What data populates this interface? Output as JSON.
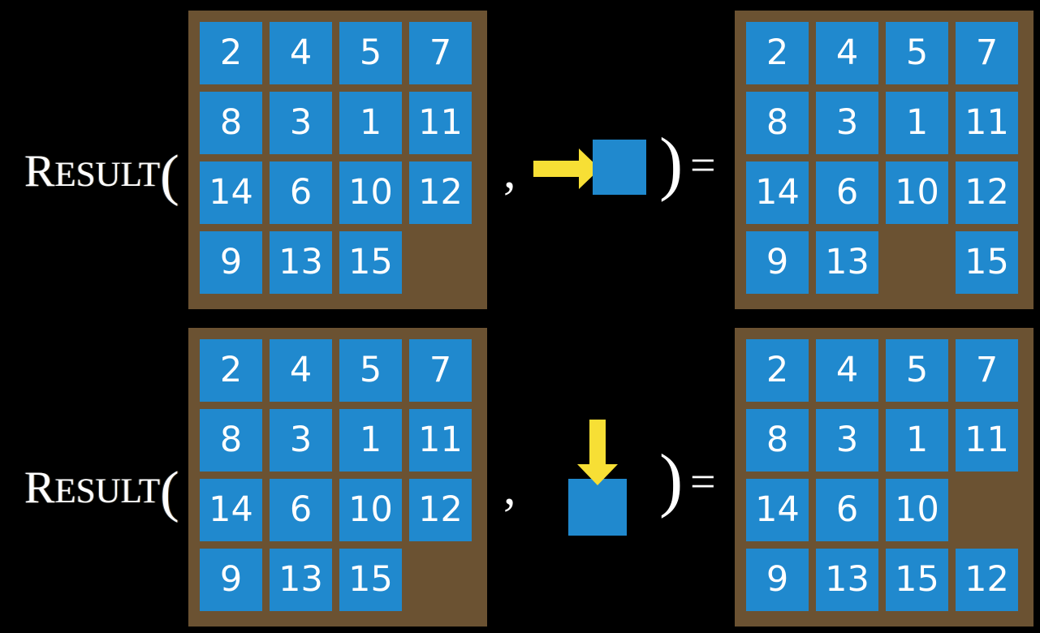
{
  "background_color": "#000000",
  "colors": {
    "board_frame": "#6b5232",
    "board_empty_cell": "#655733",
    "tile": "#2089ce",
    "tile_text": "#ffffff",
    "arrow": "#f7df35",
    "label_text": "#ffffff"
  },
  "rows": [
    {
      "label": {
        "lead": "R",
        "rest": "ESULT",
        "paren": "("
      },
      "input_board": {
        "name": "input-board-row-1",
        "grid": [
          [
            "2",
            "4",
            "5",
            "7"
          ],
          [
            "8",
            "3",
            "1",
            "11"
          ],
          [
            "14",
            "6",
            "10",
            "12"
          ],
          [
            "9",
            "13",
            "15",
            ""
          ]
        ]
      },
      "separator": ",",
      "action": {
        "direction": "right",
        "arrow_glyph": "→",
        "tile_label": ""
      },
      "close_paren": ")",
      "equals": "=",
      "output_board": {
        "name": "output-board-row-1",
        "grid": [
          [
            "2",
            "4",
            "5",
            "7"
          ],
          [
            "8",
            "3",
            "1",
            "11"
          ],
          [
            "14",
            "6",
            "10",
            "12"
          ],
          [
            "9",
            "13",
            "",
            "15"
          ]
        ]
      }
    },
    {
      "label": {
        "lead": "R",
        "rest": "ESULT",
        "paren": "("
      },
      "input_board": {
        "name": "input-board-row-2",
        "grid": [
          [
            "2",
            "4",
            "5",
            "7"
          ],
          [
            "8",
            "3",
            "1",
            "11"
          ],
          [
            "14",
            "6",
            "10",
            "12"
          ],
          [
            "9",
            "13",
            "15",
            ""
          ]
        ]
      },
      "separator": ",",
      "action": {
        "direction": "down",
        "arrow_glyph": "↓",
        "tile_label": ""
      },
      "close_paren": ")",
      "equals": "=",
      "output_board": {
        "name": "output-board-row-2",
        "grid": [
          [
            "2",
            "4",
            "5",
            "7"
          ],
          [
            "8",
            "3",
            "1",
            "11"
          ],
          [
            "14",
            "6",
            "10",
            ""
          ],
          [
            "9",
            "13",
            "15",
            "12"
          ]
        ]
      }
    }
  ]
}
